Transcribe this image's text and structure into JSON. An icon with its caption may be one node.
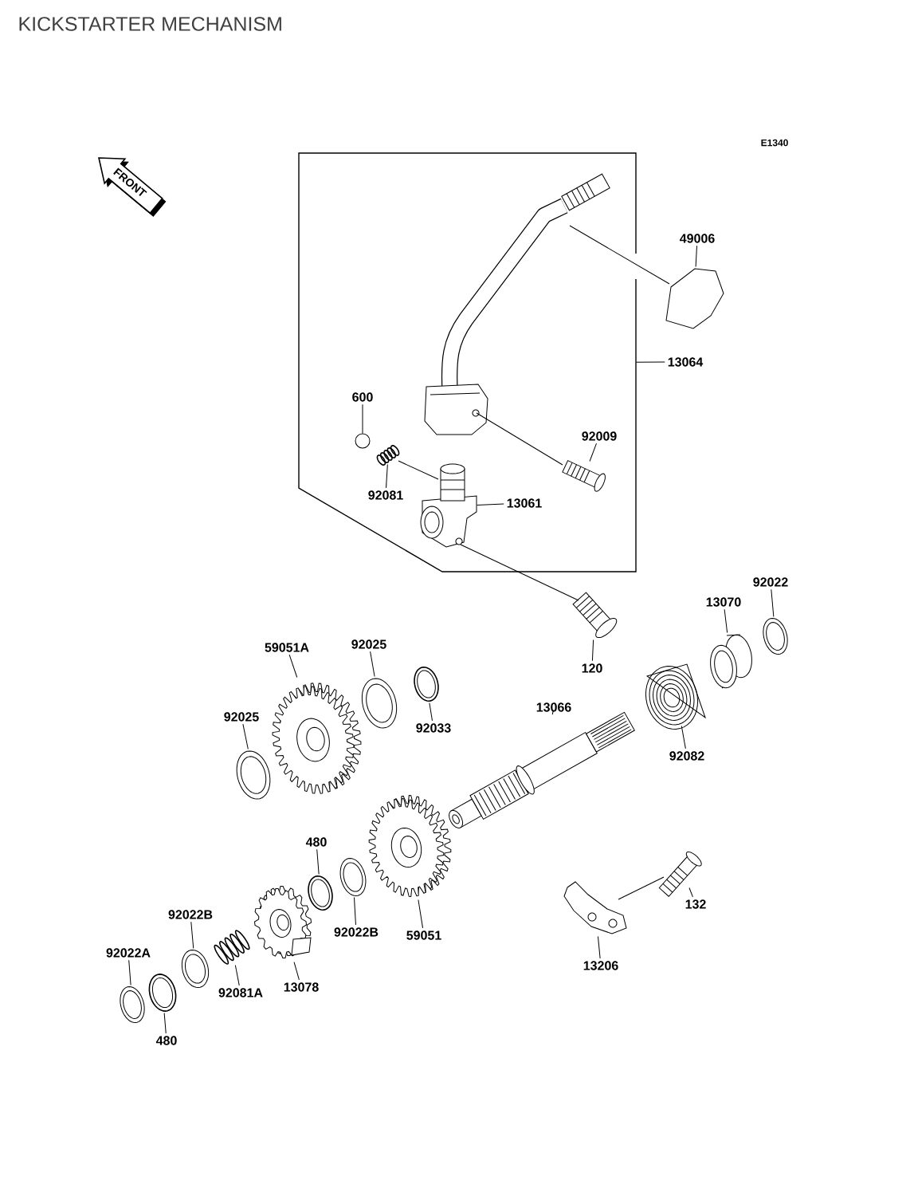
{
  "diagram": {
    "title": "KICKSTARTER MECHANISM",
    "nodes": [
      {
        "text": [],
        "shape": "box"
      },
      {
        "text": [
          "49006"
        ]
      },
      {
        "text": [],
        "shape": "picture"
      },
      {
        "text": [
          "13064"
        ]
      },
      {
        "text": [],
        "shape": "picture",
        "in": 0
      },
      {
        "text": [
          "600"
        ],
        "in": 0
      },
      {
        "text": [],
        "shape": "circle",
        "in": 0
      },
      {
        "text": [
          "92009"
        ],
        "in": 0
      },
      {
        "text": [],
        "shape": "picture",
        "in": 0
      },
      {
        "text": [],
        "shape": "picture",
        "in": 0
      },
      {
        "text": [
          "92081"
        ],
        "in": 0
      },
      {
        "text": [],
        "shape": "picture",
        "in": 0
      },
      {
        "text": [
          "13061"
        ],
        "in": 0
      },
      {
        "text": [
          "92022"
        ]
      },
      {
        "text": [],
        "shape": "picture"
      },
      {
        "text": [
          "13070"
        ]
      },
      {
        "text": [],
        "shape": "picture"
      },
      {
        "text": [],
        "shape": "picture"
      },
      {
        "text": [
          "120"
        ]
      },
      {
        "text": [
          "59051A"
        ]
      },
      {
        "text": [
          "92025"
        ]
      },
      {
        "text": [],
        "shape": "picture"
      },
      {
        "text": [],
        "shape": "picture"
      },
      {
        "text": [],
        "shape": "picture"
      },
      {
        "text": [
          "13066"
        ]
      },
      {
        "text": [],
        "shape": "picture"
      },
      {
        "text": [],
        "shape": "picture"
      },
      {
        "text": [
          "92025"
        ]
      },
      {
        "text": [],
        "shape": "picture"
      },
      {
        "text": [
          "92033"
        ]
      },
      {
        "text": [
          "92082"
        ]
      },
      {
        "text": [],
        "shape": "picture"
      },
      {
        "text": [
          "480"
        ]
      },
      {
        "text": [],
        "shape": "picture"
      },
      {
        "text": [],
        "shape": "picture"
      },
      {
        "text": [],
        "shape": "picture"
      },
      {
        "text": [
          "132"
        ]
      },
      {
        "text": [
          "92022B"
        ]
      },
      {
        "text": [],
        "shape": "picture"
      },
      {
        "text": [
          "92022B"
        ]
      },
      {
        "text": [
          "59051"
        ]
      },
      {
        "text": [
          "92022A"
        ]
      },
      {
        "text": [],
        "shape": "picture"
      },
      {
        "text": [],
        "shape": "picture"
      },
      {
        "text": [],
        "shape": "picture"
      },
      {
        "text": [
          "13206"
        ]
      },
      {
        "text": [],
        "shape": "picture"
      },
      {
        "text": [],
        "shape": "picture"
      },
      {
        "text": [
          "13078"
        ]
      },
      {
        "text": [
          "92081A"
        ]
      },
      {
        "text": [
          "480"
        ]
      },
      {
        "text": [
          "FRONT"
        ]
      }
    ],
    "edges": [
      {
        "from": 1,
        "to": 2,
        "arrow": "none"
      },
      {
        "from": 3,
        "to": 0,
        "arrow": "none"
      },
      {
        "from": 5,
        "to": 6,
        "arrow": "none"
      },
      {
        "from": 7,
        "to": 8,
        "arrow": "none"
      },
      {
        "from": 10,
        "to": 9,
        "arrow": "none"
      },
      {
        "from": 12,
        "to": 11,
        "arrow": "none"
      },
      {
        "from": 13,
        "to": 14,
        "arrow": "none"
      },
      {
        "from": 15,
        "to": 16,
        "arrow": "none"
      },
      {
        "from": 18,
        "to": 17,
        "arrow": "none"
      },
      {
        "from": 19,
        "to": 21,
        "arrow": "none"
      },
      {
        "from": 20,
        "to": 22,
        "arrow": "none"
      },
      {
        "from": 29,
        "to": 23,
        "arrow": "none"
      },
      {
        "from": 24,
        "to": 26,
        "arrow": "none"
      },
      {
        "from": 30,
        "to": 25,
        "arrow": "none"
      },
      {
        "from": 27,
        "to": 28,
        "arrow": "none"
      },
      {
        "from": 32,
        "to": 33,
        "arrow": "none"
      },
      {
        "from": 39,
        "to": 34,
        "arrow": "none"
      },
      {
        "from": 40,
        "to": 31,
        "arrow": "none"
      },
      {
        "from": 36,
        "to": 35,
        "arrow": "none"
      },
      {
        "from": 45,
        "to": 44,
        "arrow": "none"
      },
      {
        "from": 37,
        "to": 42,
        "arrow": "none"
      },
      {
        "from": 49,
        "to": 43,
        "arrow": "none"
      },
      {
        "from": 48,
        "to": 38,
        "arrow": "none"
      },
      {
        "from": 41,
        "to": 46,
        "arrow": "none"
      },
      {
        "from": 50,
        "to": 47,
        "arrow": "none"
      },
      {
        "from": 4,
        "to": 2,
        "arrow": "none"
      },
      {
        "from": 4,
        "to": 8,
        "arrow": "none"
      },
      {
        "from": 9,
        "to": 11,
        "arrow": "none"
      },
      {
        "from": 11,
        "to": 17,
        "arrow": "none"
      },
      {
        "from": 44,
        "to": 35,
        "arrow": "none"
      }
    ],
    "labels": [
      "E1340"
    ]
  }
}
